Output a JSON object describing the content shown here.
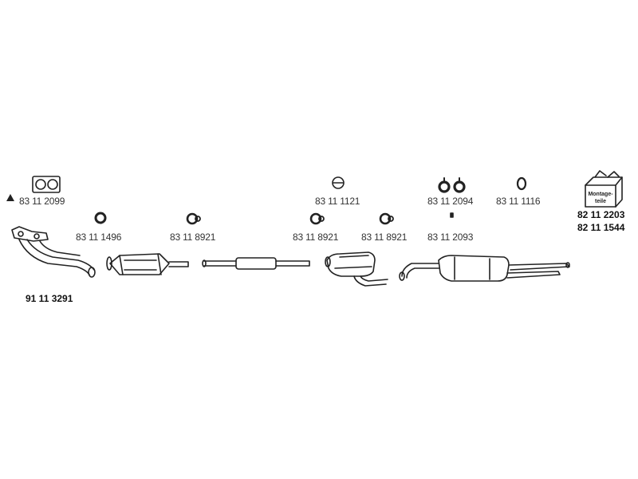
{
  "parts": {
    "gasket_top": "83 11 2099",
    "gasket_ring": "83 11 1496",
    "clamp_1": "83 11 8921",
    "clamp_2": "83 11 8921",
    "clamp_3": "83 11 8921",
    "ring_mid": "83 11 1121",
    "rubber_pair": "83 11 2094",
    "rubber_small": "83 11 2093",
    "rubber_single": "83 11 1116",
    "kit_1": "82 11 2203",
    "kit_2": "82 11 1544",
    "front_pipe": "91 11 3291"
  },
  "kit_box_text": [
    "Montage-",
    "teile"
  ]
}
